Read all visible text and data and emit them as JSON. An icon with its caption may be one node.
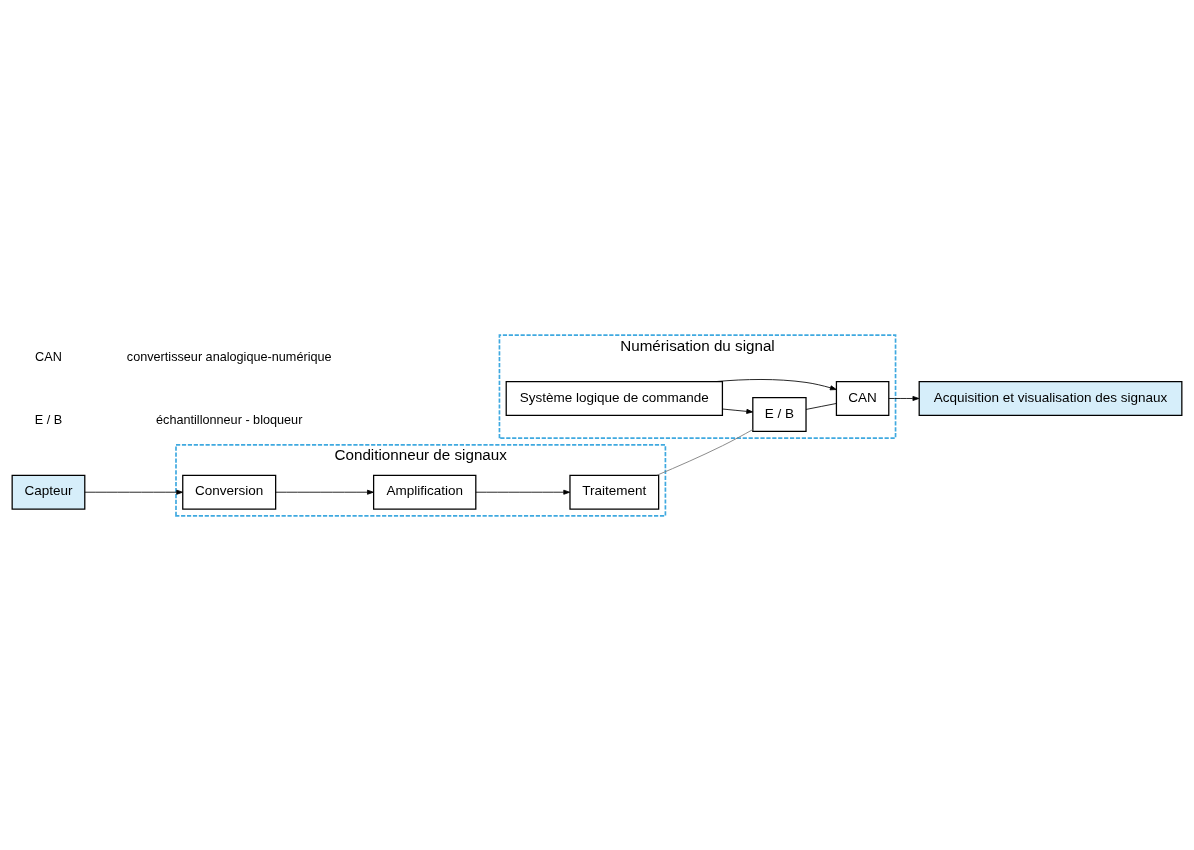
{
  "diagram": {
    "nodes": [
      {
        "text": [
          "Conditionneur de signaux"
        ]
      },
      {
        "text": [
          "Capteur"
        ]
      },
      {
        "text": [
          "Conversion"
        ],
        "in": 0
      },
      {
        "text": [
          "Amplification"
        ],
        "in": 0
      },
      {
        "text": [
          "Traitement"
        ],
        "in": 0
      },
      {
        "text": [
          "Numérisation du signal"
        ]
      },
      {
        "text": [
          "Système logique de commande"
        ],
        "in": 5
      },
      {
        "text": [
          "E / B"
        ],
        "in": 5
      },
      {
        "text": [
          "CAN"
        ],
        "in": 5
      },
      {
        "text": [
          "Acquisition et visualisation des signaux"
        ]
      }
    ],
    "edges": [
      {
        "from": 1,
        "to": 2,
        "arrow": "to"
      },
      {
        "from": 2,
        "to": 3,
        "arrow": "to"
      },
      {
        "from": 3,
        "to": 4,
        "arrow": "to"
      },
      {
        "from": 4,
        "to": 7,
        "arrow": "none",
        "color": "#777777"
      },
      {
        "from": 6,
        "to": 7,
        "arrow": "to"
      },
      {
        "from": 6,
        "to": 8,
        "arrow": "to"
      },
      {
        "from": 7,
        "to": 8,
        "arrow": "none"
      },
      {
        "from": 8,
        "to": 9,
        "arrow": "to"
      }
    ],
    "labels": [
      "E / B",
      "échantillonneur - bloqueur",
      "CAN",
      "convertisseur analogique-numérique"
    ]
  }
}
